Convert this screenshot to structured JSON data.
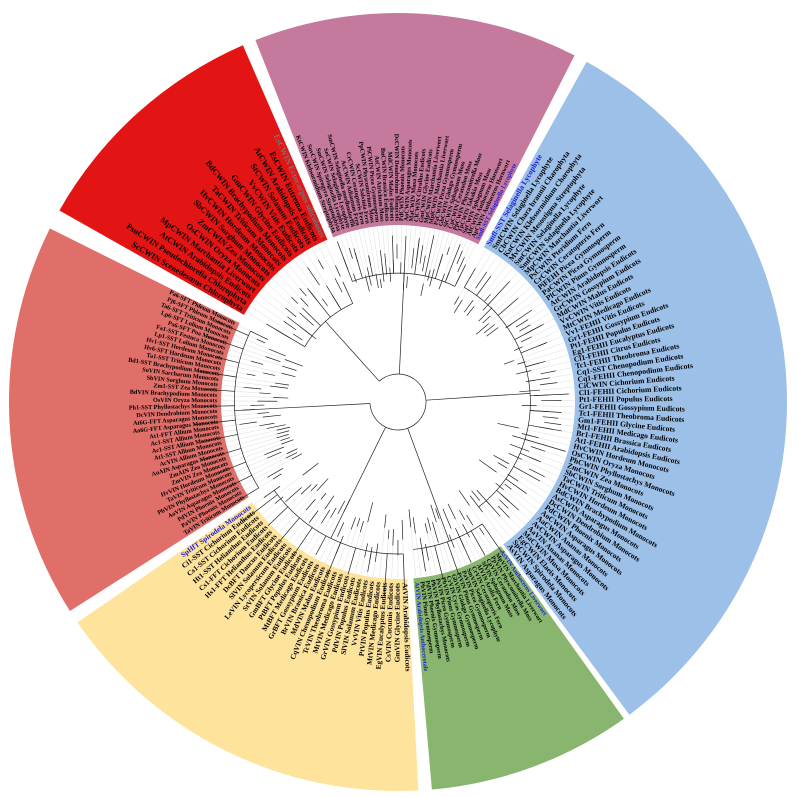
{
  "figure": {
    "type": "circular-phylogenetic-tree",
    "colors": {
      "label_default": "#000000",
      "label_highlight": "#1a1adb",
      "label_outgroup": "#777777",
      "branch": "#222222"
    }
  },
  "clades": [
    {
      "name": "red-clade",
      "color": "#e31414",
      "leaves": [
        {
          "text": "ScCWIN Scenedesmus Chlorophyta",
          "style": "default"
        },
        {
          "text": "PsuCWIN Pseudochlorella Chlorophyta",
          "style": "default"
        },
        {
          "text": "AtCWIN Arabidopsis Eudicots",
          "style": "default"
        },
        {
          "text": "MpCWIN Marchantia Liverwort",
          "style": "default"
        },
        {
          "text": "OsCWIN Oryza Monocots",
          "style": "default"
        },
        {
          "text": "ZmCWIN Zea Monocots",
          "style": "default"
        },
        {
          "text": "SbCWIN Sorghum Monocots",
          "style": "default"
        },
        {
          "text": "HvCWIN Hordeum Monocots",
          "style": "default"
        },
        {
          "text": "TaCWIN Triticum Monocots",
          "style": "default"
        },
        {
          "text": "BdCWIN Brachypodium Monocots",
          "style": "default"
        },
        {
          "text": "GmCWIN Glycine Eudicots",
          "style": "default"
        },
        {
          "text": "VvCWIN Vitis Eudicots",
          "style": "default"
        },
        {
          "text": "StCWIN Solanum Eudicots",
          "style": "default"
        },
        {
          "text": "AtCWIN Arabidopsis Eudicots",
          "style": "default"
        },
        {
          "text": "EsCWIN Eutrema Eudicots",
          "style": "default"
        },
        {
          "text": "EsCWIN Ectocarpus siliculosus",
          "style": "outgroup"
        }
      ]
    },
    {
      "name": "pink-clade",
      "color": "#c5799d",
      "leaves": [
        {
          "text": "KtCWIN Klebsormidium Streptophyta",
          "style": "default"
        },
        {
          "text": "SuvCWIN Spirogyra Streptophyta",
          "style": "default"
        },
        {
          "text": "SmCWIN Selaginella Lycophyte",
          "style": "default"
        },
        {
          "text": "SeCWIN Selaginella Lycophyte",
          "style": "default"
        },
        {
          "text": "SmCWIN Selaginella moellendorffii",
          "style": "default"
        },
        {
          "text": "AcCWIN Adiantum Fern",
          "style": "default"
        },
        {
          "text": "CrCWIN Ceratopteris Fern",
          "style": "default"
        },
        {
          "text": "ScCWIN Salvinia Fern",
          "style": "default"
        },
        {
          "text": "PpCWIN Physcomitrium Moss",
          "style": "default"
        },
        {
          "text": "PiCWIN Picea Gymnosperm",
          "style": "default"
        },
        {
          "text": "AtCWIN Atrichum Moss",
          "style": "default"
        },
        {
          "text": "BnCWIN Brassica Eudicots",
          "style": "default"
        },
        {
          "text": "MdCWIN Malus Eudicots",
          "style": "default"
        },
        {
          "text": "DcCWIN Dendrobium Monocots",
          "style": "default"
        },
        {
          "text": "PdCWIN Phoenix Monocots",
          "style": "default"
        },
        {
          "text": "AoCWIN Asparagus Monocots",
          "style": "default"
        },
        {
          "text": "MaCWIN Musa Monocots",
          "style": "default"
        },
        {
          "text": "ClCWIN Citrullus Eudicots",
          "style": "default"
        },
        {
          "text": "GmCWIN Glycine Eudicots",
          "style": "default"
        },
        {
          "text": "MpCWIN Marchantia Liverwort",
          "style": "default"
        },
        {
          "text": "MplCWIN Marchantia Liverwort",
          "style": "default"
        },
        {
          "text": "PaCWIN Picea Gymnosperm",
          "style": "default"
        },
        {
          "text": "GbCWIN Ginkgo Gymnosperm",
          "style": "default"
        },
        {
          "text": "SlCWIN Sphagnum Moss",
          "style": "default"
        },
        {
          "text": "CpCWIN Ceratodon Moss",
          "style": "default"
        },
        {
          "text": "PpCWIN Physcomitrella Moss",
          "style": "default"
        },
        {
          "text": "TpCWIN Takakia Moss",
          "style": "default"
        },
        {
          "text": "SuCWIN Sphagnum Moss",
          "style": "default"
        },
        {
          "text": "AfCWIN Anthoceros Hornwort",
          "style": "default"
        },
        {
          "text": "ApCWIN Anthoceros Hornwort",
          "style": "default"
        },
        {
          "text": "Smfl-SST Selaginella Lycophyte",
          "style": "highlight"
        }
      ]
    },
    {
      "name": "blue-clade",
      "color": "#9cc0e8",
      "leaves": [
        {
          "text": "Smfl-SST Selaginella Lycophyte",
          "style": "highlight"
        },
        {
          "text": "SmfCWIN Selaginella Lycophyte",
          "style": "default"
        },
        {
          "text": "CbCWIN Chara braunii Charophyta",
          "style": "default"
        },
        {
          "text": "KnCWIN Klebsormidium Charophyta",
          "style": "default"
        },
        {
          "text": "MvCWIN Mesostigma Streptophyta",
          "style": "default"
        },
        {
          "text": "SmCWIN Selaginella Lycophyte",
          "style": "default"
        },
        {
          "text": "SmfCWIN Selaginella Lycophyte",
          "style": "default"
        },
        {
          "text": "MpCWIN Marchantia Liverwort",
          "style": "default"
        },
        {
          "text": "PsCWIN Pteridium Fern",
          "style": "default"
        },
        {
          "text": "CrCWIN Ceratopteris Fern",
          "style": "default"
        },
        {
          "text": "PiFEHI Picea Gymnosperm",
          "style": "default"
        },
        {
          "text": "PaCWIN Picea Gymnosperm",
          "style": "default"
        },
        {
          "text": "PlCWIN Pinus Gymnosperm",
          "style": "default"
        },
        {
          "text": "AtCWIN Arabidopsis Eudicots",
          "style": "default"
        },
        {
          "text": "GrCWIN Gossypium Eudicots",
          "style": "default"
        },
        {
          "text": "MdCWIN Malus Eudicots",
          "style": "default"
        },
        {
          "text": "VvCWIN Vitis Eudicots",
          "style": "default"
        },
        {
          "text": "MtCWIN Medicago Eudicots",
          "style": "default"
        },
        {
          "text": "Vv1-FEHII Vitis Eudicots",
          "style": "default"
        },
        {
          "text": "Gr1-FEHII Gossypium Eudicots",
          "style": "default"
        },
        {
          "text": "Pt1-FEHII Populus Eudicots",
          "style": "default"
        },
        {
          "text": "Eg1-FEHII Eucalyptus Eudicots",
          "style": "default"
        },
        {
          "text": "Cl1-FEHII Citrus Eudicots",
          "style": "default"
        },
        {
          "text": "Tc1-FEHII Theobroma Eudicots",
          "style": "default"
        },
        {
          "text": "Cq1-SST Chenopodium Eudicots",
          "style": "default"
        },
        {
          "text": "Cq1-FEHII Chenopodium Eudicots",
          "style": "default"
        },
        {
          "text": "CiCWIN Cichorium Eudicots",
          "style": "default"
        },
        {
          "text": "Cl1-FEHII Cichorium Eudicots",
          "style": "default"
        },
        {
          "text": "Pt1-FEHII Populus Eudicots",
          "style": "default"
        },
        {
          "text": "Gr1-FEHII Gossypium Eudicots",
          "style": "default"
        },
        {
          "text": "Tc1-FEHII Theobroma Eudicots",
          "style": "default"
        },
        {
          "text": "Gm1-FEHII Glycine Eudicots",
          "style": "default"
        },
        {
          "text": "Mt1-FEHII Medicago Eudicots",
          "style": "default"
        },
        {
          "text": "Br1-FEHII Brassica Eudicots",
          "style": "default"
        },
        {
          "text": "At1-FEHII Arabidopsis Eudicots",
          "style": "default"
        },
        {
          "text": "HvCWIN Hordeum Monocots",
          "style": "default"
        },
        {
          "text": "OsCWIN Oryza Monocots",
          "style": "default"
        },
        {
          "text": "PhCWIN Phyllostachys Monocots",
          "style": "default"
        },
        {
          "text": "ZmCWIN Zea Monocots",
          "style": "default"
        },
        {
          "text": "SbCWIN Sorghum Monocots",
          "style": "default"
        },
        {
          "text": "TaCWIN Triticum Monocots",
          "style": "default"
        },
        {
          "text": "HvCWIN Hordeum Monocots",
          "style": "default"
        },
        {
          "text": "BdCWIN Brachypodium Monocots",
          "style": "default"
        },
        {
          "text": "AsCWIN Asparagus Monocots",
          "style": "default"
        },
        {
          "text": "DcCWIN Dendrobium Monocots",
          "style": "default"
        },
        {
          "text": "PdCWIN Phoenix Monocots",
          "style": "default"
        },
        {
          "text": "AoCWIN Asparagus Monocots",
          "style": "default"
        },
        {
          "text": "AaCWIN Ananas Monocots",
          "style": "default"
        },
        {
          "text": "AvCWIN Asparagus Monocots",
          "style": "default"
        },
        {
          "text": "AaVIN Ananas Monocots",
          "style": "default"
        },
        {
          "text": "MaCWIN Musa Monocots",
          "style": "default"
        },
        {
          "text": "EgCWIN Elaeis Monocots",
          "style": "default"
        },
        {
          "text": "SpCWIN Spirodela Monocots",
          "style": "default"
        },
        {
          "text": "AsVIN Asparagus Monocots",
          "style": "default"
        }
      ]
    },
    {
      "name": "green-clade",
      "color": "#88b66f",
      "leaves": [
        {
          "text": "AsVIN Anthoceros Liverwort",
          "style": "highlight"
        },
        {
          "text": "MpVIN Marchantia Liverwort",
          "style": "default"
        },
        {
          "text": "PpVIN Physcomitrella Moss",
          "style": "default"
        },
        {
          "text": "CpVIN Ceratodon Moss",
          "style": "default"
        },
        {
          "text": "SfVIN Sphagnum Moss",
          "style": "default"
        },
        {
          "text": "AfVIN Azolla Fern",
          "style": "default"
        },
        {
          "text": "CrVIN Ceratopteris Fern",
          "style": "default"
        },
        {
          "text": "SmVIN Selaginella Lycophyte",
          "style": "default"
        },
        {
          "text": "PaVIN Picea Gymnosperm",
          "style": "default"
        },
        {
          "text": "PtVIN Pinus Gymnosperm",
          "style": "default"
        },
        {
          "text": "GbVIN Ginkgo Gymnosperm",
          "style": "default"
        },
        {
          "text": "CrVIN Cycas Gymnosperm",
          "style": "default"
        },
        {
          "text": "PbVIN Pinus Gymnosperm",
          "style": "default"
        },
        {
          "text": "PsVIN Picea Gymnosperm",
          "style": "default"
        },
        {
          "text": "PhVIN Phyllostachys Monocots",
          "style": "default"
        },
        {
          "text": "PdVIN Phoenix Gymnosperm",
          "style": "default"
        },
        {
          "text": "PbVIN Pinus Gymnosperm",
          "style": "default"
        },
        {
          "text": "AtVIN Arabidopsis Anthocerotale",
          "style": "highlight"
        }
      ]
    },
    {
      "name": "yellow-clade",
      "color": "#fde39c",
      "leaves": [
        {
          "text": "AtVIN Arabidopsis Eudicots",
          "style": "default"
        },
        {
          "text": "GmVIN Glycine Eudicots",
          "style": "default"
        },
        {
          "text": "CsVIN Cucumis Eudicots",
          "style": "default"
        },
        {
          "text": "EgVIN Eucalyptus Eudicots",
          "style": "default"
        },
        {
          "text": "MtVIN Medicago Eudicots",
          "style": "default"
        },
        {
          "text": "PtVIN Populus Eudicots",
          "style": "default"
        },
        {
          "text": "VvVIN Vitis Eudicots",
          "style": "default"
        },
        {
          "text": "SlVIN Solanum Eudicots",
          "style": "default"
        },
        {
          "text": "PdVIN Populus Eudicots",
          "style": "default"
        },
        {
          "text": "GrVIN Gossypium Eudicots",
          "style": "default"
        },
        {
          "text": "MtVIN Medicago Eudicots",
          "style": "default"
        },
        {
          "text": "TcVIN Theobroma Eudicots",
          "style": "default"
        },
        {
          "text": "CqVIN Chenopodium Eudicots",
          "style": "default"
        },
        {
          "text": "MdVIN Malus Eudicots",
          "style": "default"
        },
        {
          "text": "BrVIN Brassica Eudicots",
          "style": "default"
        },
        {
          "text": "GrBFT Gossypium Eudicots",
          "style": "default"
        },
        {
          "text": "MtBFT Medicago Eudicots",
          "style": "default"
        },
        {
          "text": "PtBFT Populus Eudicots",
          "style": "default"
        },
        {
          "text": "GmBFT Glycine Eudicots",
          "style": "default"
        },
        {
          "text": "StVIN Solanum Eudicots",
          "style": "default"
        },
        {
          "text": "LeVIN Lycopersicum Eudicots",
          "style": "default"
        },
        {
          "text": "SlVIN Solanum Eudicots",
          "style": "default"
        },
        {
          "text": "DcBFT Daucus Eudicots",
          "style": "default"
        },
        {
          "text": "Hs1-FFT Helianthus Eudicots",
          "style": "default"
        },
        {
          "text": "Cs1-FFT Cichorium Eudicots",
          "style": "default"
        },
        {
          "text": "Ht1-SST Helianthus Eudicots",
          "style": "default"
        },
        {
          "text": "Cs1-SST Cichorium Eudicots",
          "style": "default"
        },
        {
          "text": "Ci1-SST Cichorium Eudicots",
          "style": "default"
        },
        {
          "text": "SpHfT Spirodela Monocots",
          "style": "highlight"
        }
      ]
    },
    {
      "name": "salmon-clade",
      "color": "#e06e69",
      "leaves": [
        {
          "text": "TaVIN Triticum Monocots",
          "style": "default"
        },
        {
          "text": "PaVIN Phoenix Monocots",
          "style": "default"
        },
        {
          "text": "PdVIN Phoenix Monocots",
          "style": "default"
        },
        {
          "text": "AoVIN Asparagus Monocots",
          "style": "default"
        },
        {
          "text": "PbVIN Phyllostachys Monocots",
          "style": "default"
        },
        {
          "text": "TaVIN Triticum Monocots",
          "style": "default"
        },
        {
          "text": "HvVIN Hordeum Monocots",
          "style": "default"
        },
        {
          "text": "ZmVIN Zea Monocots",
          "style": "default"
        },
        {
          "text": "ZmAIN Zea Monocots",
          "style": "default"
        },
        {
          "text": "AoAIN Asparagus Monocots",
          "style": "default"
        },
        {
          "text": "AcVIN Allium Monocots",
          "style": "default"
        },
        {
          "text": "At1-SST Allium Monocots",
          "style": "default"
        },
        {
          "text": "Ac1-SST Allium Monocots",
          "style": "default"
        },
        {
          "text": "Ac1-SST Allium Monocots",
          "style": "default"
        },
        {
          "text": "At1-FFT Allium Monocots",
          "style": "default"
        },
        {
          "text": "Ao6G-FFT Asparagus Monocots",
          "style": "default"
        },
        {
          "text": "At6G-FFT Asparagus Monocots",
          "style": "default"
        },
        {
          "text": "DcVIN Dendrobium Monocots",
          "style": "default"
        },
        {
          "text": "Ph1-SST Phyllostachys Monocots",
          "style": "default"
        },
        {
          "text": "OsVIN Oryza Monocots",
          "style": "default"
        },
        {
          "text": "BdVIN Brachypodium Monocots",
          "style": "default"
        },
        {
          "text": "Zm1-SST Zea Monocots",
          "style": "default"
        },
        {
          "text": "SbVIN Sorghum Monocots",
          "style": "default"
        },
        {
          "text": "SoVIN Saccharum Monocots",
          "style": "default"
        },
        {
          "text": "Bd1-SST Brachypodium Monocots",
          "style": "default"
        },
        {
          "text": "Ta1-SST Triticum Monocots",
          "style": "default"
        },
        {
          "text": "Hv6-SFT Hordeum Monocots",
          "style": "default"
        },
        {
          "text": "Hv1-SST Hordeum Monocots",
          "style": "default"
        },
        {
          "text": "Lp1-SST Lolium Monocots",
          "style": "default"
        },
        {
          "text": "Fa1-SST Festuca Monocots",
          "style": "default"
        },
        {
          "text": "Pa6-SFT Poa Monocots",
          "style": "default"
        },
        {
          "text": "Lp6-SFT Lolium Monocots",
          "style": "default"
        },
        {
          "text": "Ta6-SFT Triticum Monocots",
          "style": "default"
        },
        {
          "text": "Pj6-SFT Phleum Monocots",
          "style": "default"
        },
        {
          "text": "Pa6-SFT Phleum Monocots",
          "style": "default"
        }
      ]
    }
  ]
}
